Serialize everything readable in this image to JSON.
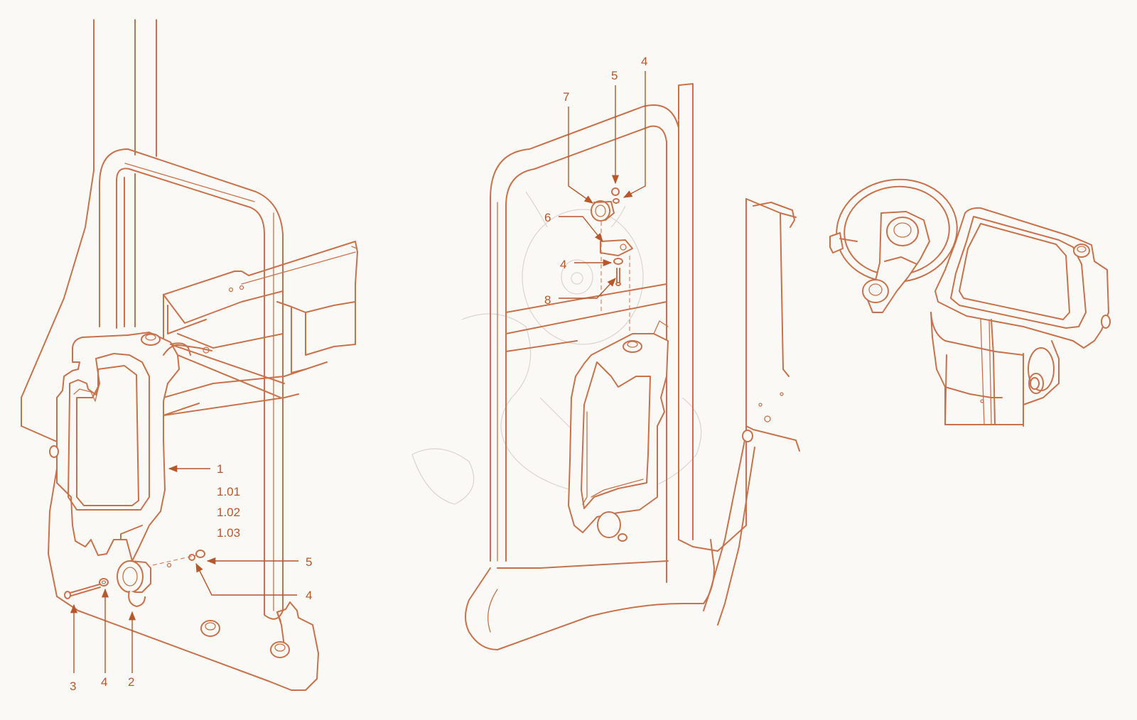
{
  "colors": {
    "line": "#c8714a",
    "label": "#b8562c",
    "ghost": "#d9d6d0",
    "background": "#fbf9f5"
  },
  "diagram_left": {
    "callouts": {
      "c1": "1",
      "c101": "1.01",
      "c102": "1.02",
      "c103": "1.03",
      "c5": "5",
      "c4_right": "4",
      "c3": "3",
      "c4_bottom": "4",
      "c2": "2"
    }
  },
  "diagram_middle": {
    "callouts": {
      "c5": "5",
      "c4_top": "4",
      "c7": "7",
      "c6": "6",
      "c4_mid": "4",
      "c8": "8"
    }
  },
  "diagram_right": {
    "icons": [
      "steering-wheel-icon",
      "display-console-icon"
    ]
  }
}
